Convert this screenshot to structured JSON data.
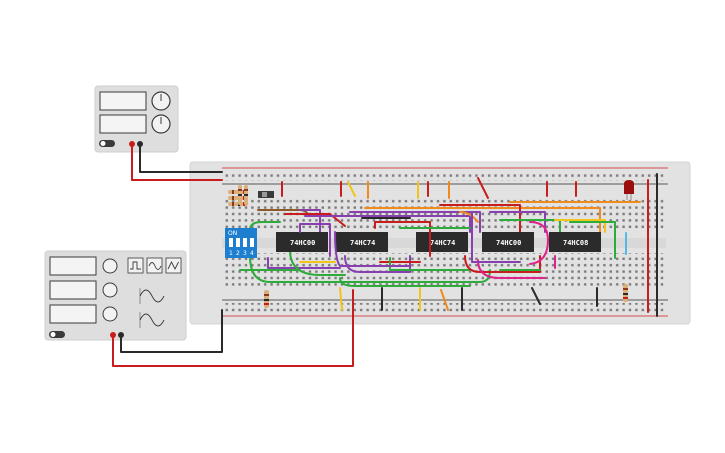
{
  "colors": {
    "board": "#e2e2e2",
    "hole": "#6f6f6f",
    "rail_red": "#d31c1c",
    "rail_dark": "#2a2a2a",
    "chip": "#2b2b2b",
    "dip": "#1e7fd0",
    "led": "#9b0e0e"
  },
  "dip_switch": {
    "on_label": "ON",
    "numbers": [
      "1",
      "2",
      "3",
      "4"
    ]
  },
  "chips": [
    {
      "label": "74HC00"
    },
    {
      "label": "74HC74"
    },
    {
      "label": "74HC74"
    },
    {
      "label": "74HC00"
    },
    {
      "label": "74HC08"
    }
  ],
  "function_generator": {
    "waveform_icons": [
      "square-wave-icon",
      "sine-wave-icon",
      "triangle-wave-icon"
    ]
  }
}
